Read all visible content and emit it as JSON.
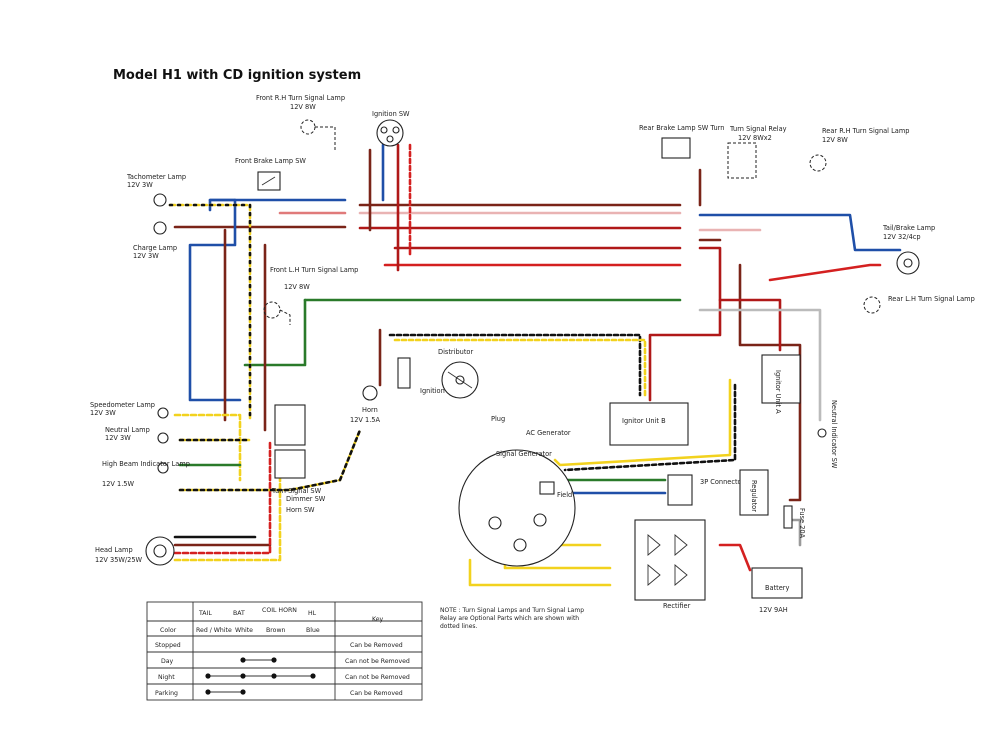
{
  "title": "Model H1 with CD ignition system",
  "colors": {
    "red": "#d42020",
    "blue": "#1f4fa8",
    "green": "#2a7a2a",
    "brown": "#7a2418",
    "yellow": "#f2d21e",
    "black": "#111111",
    "white": "#f4f4f4",
    "grey": "#9a9a9a"
  },
  "components": {
    "front_rh_turn": "Front R.H Turn Signal Lamp",
    "front_rh_turn_spec": "12V 8W",
    "ignition_sw": "Ignition SW",
    "front_brake_sw": "Front Brake Lamp SW",
    "tachometer_lamp": "Tachometer Lamp",
    "tachometer_spec": "12V 3W",
    "charge_lamp": "Charge Lamp",
    "charge_spec": "12V 3W",
    "front_lh_turn": "Front L.H Turn Signal Lamp",
    "front_lh_turn_spec": "12V 8W",
    "speedometer_lamp": "Speedometer Lamp",
    "speedometer_spec": "12V 3W",
    "neutral_lamp": "Neutral Lamp",
    "neutral_spec": "12V 3W",
    "highbeam_lamp": "High Beam Indicator Lamp",
    "highbeam_spec": "12V 1.5W",
    "head_lamp": "Head Lamp",
    "head_lamp_spec": "12V 35W/25W",
    "turn_signal_sw": "Turn Signal SW",
    "dimmer_sw": "Dimmer SW",
    "horn_sw": "Horn SW",
    "horn": "Horn",
    "horn_spec": "12V 1.5A",
    "ignition_coil": "Ignition Coil",
    "distributor": "Distributor",
    "plug": "Plug",
    "rear_brake_sw": "Rear Brake Lamp SW Turn",
    "turn_relay": "Turn Signal Relay",
    "turn_relay_spec": "12V 8Wx2",
    "rear_rh_turn": "Rear R.H Turn Signal Lamp",
    "rear_rh_turn_spec": "12V 8W",
    "tail_brake": "Tail/Brake Lamp",
    "tail_brake_spec": "12V 32/4cp",
    "rear_lh_turn": "Rear L.H Turn Signal Lamp",
    "ignitor_a": "Ignitor Unit A",
    "ignitor_b": "Ignitor Unit B",
    "neutral_sw": "Neutral Indicator SW",
    "ac_generator": "AC Generator",
    "signal_generator": "Signal Generator",
    "field": "Field",
    "connector_3p": "3P Connector",
    "regulator": "Regulator",
    "fuse": "Fuse 20A",
    "rectifier": "Rectifier",
    "battery": "Battery",
    "battery_spec": "12V 9AH"
  },
  "note": "NOTE : Turn Signal Lamps and Turn Signal Lamp Relay are Optional Parts which are shown with dotted lines.",
  "table": {
    "headers": [
      "",
      "TAIL",
      "BAT",
      "COIL HORN",
      "HL",
      "Key"
    ],
    "color_row": [
      "Color",
      "Red / White",
      "White",
      "Brown",
      "Blue",
      ""
    ],
    "rows": [
      {
        "name": "Stopped",
        "key": "Can be Removed"
      },
      {
        "name": "Day",
        "key": "Can not be Removed"
      },
      {
        "name": "Night",
        "key": "Can not be Removed"
      },
      {
        "name": "Parking",
        "key": "Can be Removed"
      }
    ]
  }
}
